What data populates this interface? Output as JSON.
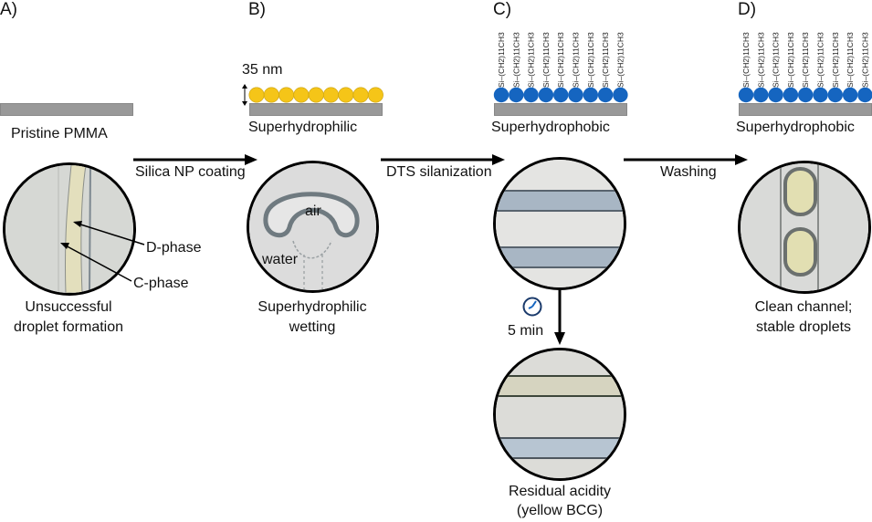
{
  "panels": [
    {
      "id": "A",
      "label": "A)",
      "surface_label": "Pristine PMMA",
      "micrograph": {
        "caption_lines": [
          "Unsuccessful",
          "droplet formation"
        ],
        "annotations": [
          "D-phase",
          "C-phase"
        ]
      }
    },
    {
      "id": "B",
      "label": "B)",
      "surface_label": "Superhydrophilic",
      "coating_thickness": "35 nm",
      "nanoparticle_count": 9,
      "micrograph": {
        "caption_lines": [
          "Superhydrophilic",
          "wetting"
        ],
        "annotations": [
          "air",
          "water"
        ]
      }
    },
    {
      "id": "C",
      "label": "C)",
      "surface_label": "Superhydrophobic",
      "molecule_label": "Si–(CH2)11CH3",
      "molecule_count": 9,
      "micrograph": {
        "caption_lines": [],
        "annotations": []
      },
      "after_time": {
        "icon": "clock-icon",
        "label": "5 min"
      },
      "micrograph_2": {
        "caption_lines": [
          "Residual acidity",
          "(yellow BCG)"
        ]
      }
    },
    {
      "id": "D",
      "label": "D)",
      "surface_label": "Superhydrophobic",
      "molecule_label": "Si–(CH2)11CH3",
      "molecule_count": 9,
      "micrograph": {
        "caption_lines": [
          "Clean channel;",
          "stable droplets"
        ]
      }
    }
  ],
  "steps": [
    {
      "from": "A",
      "to": "B",
      "label": "Silica NP coating"
    },
    {
      "from": "B",
      "to": "C",
      "label": "DTS silanization"
    },
    {
      "from": "C",
      "to": "D",
      "label": "Washing"
    }
  ],
  "colors": {
    "substrate": "#999999",
    "silica_np": "#f5c518",
    "silane_head": "#1565c0",
    "arrow": "#000000",
    "clock": "#1a3a6b"
  }
}
